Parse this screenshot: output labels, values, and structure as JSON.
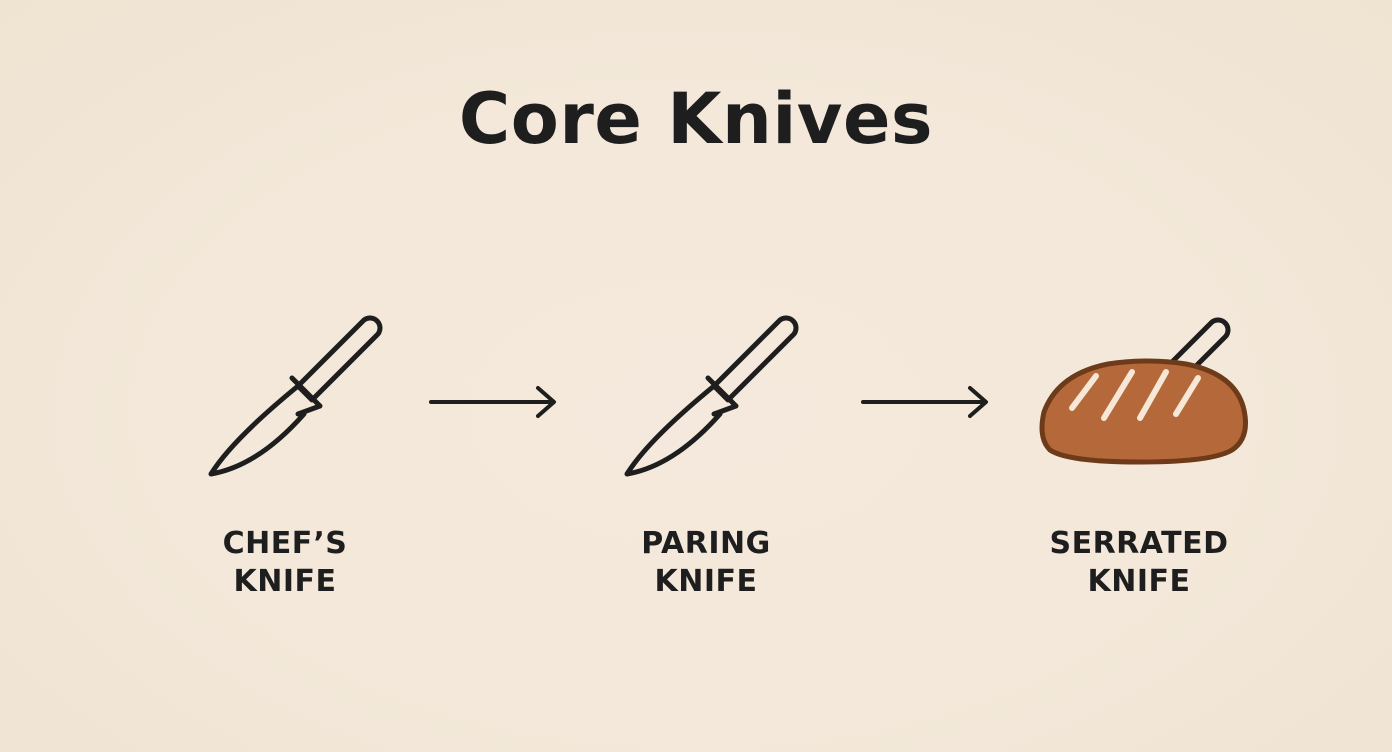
{
  "title": "Core Knives",
  "steps": [
    {
      "line1": "CHEF’S",
      "line2": "KNIFE",
      "icon": "chef-knife-icon"
    },
    {
      "line1": "PARING",
      "line2": "KNIFE",
      "icon": "paring-knife-icon"
    },
    {
      "line1": "SERRATED",
      "line2": "KNIFE",
      "icon": "bread-loaf-with-knife-icon"
    }
  ],
  "connector_icon": "arrow-right-icon",
  "colors": {
    "background": "#f3e8d9",
    "ink": "#1e1e1e",
    "bread": "#b5693a",
    "bread_outline": "#6e3b1a",
    "bread_scoring": "#f6e7d6"
  }
}
